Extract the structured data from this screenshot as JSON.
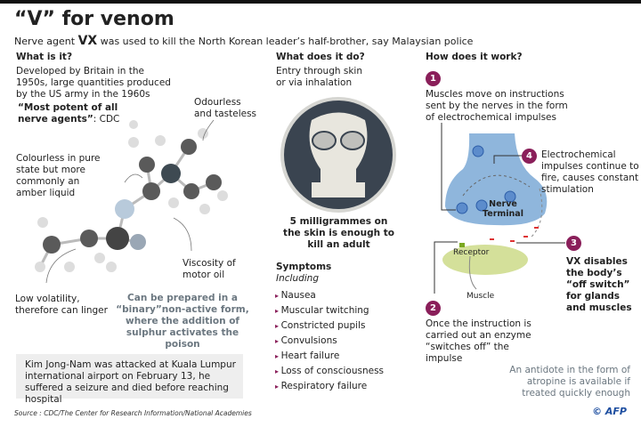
{
  "header": {
    "title": "“V” for venom",
    "subtitle_pre": "Nerve agent ",
    "subtitle_bold": "VX",
    "subtitle_post": " was used to kill the North Korean leader’s half-brother, say Malaysian police"
  },
  "what_is_it": {
    "heading": "What is it?",
    "text": "Developed by Britain in the 1950s, large quantities produced by the US army in the 1960s",
    "quote_bold": "“Most potent of all nerve agents”",
    "quote_src": ": CDC",
    "labels": {
      "odourless": "Odourless and tasteless",
      "colourless": "Colourless in pure state but more commonly an amber liquid",
      "viscosity": "Viscosity of motor oil",
      "volatility": "Low volatility, therefore can linger"
    },
    "binary_note": "Can be prepared in a “binary”non-active form, where the addition of sulphur activates the poison"
  },
  "what_does_it_do": {
    "heading": "What does it do?",
    "text": "Entry through skin or via inhalation",
    "dose": "5 milligrammes on the skin is enough to kill an adult",
    "symptoms_heading": "Symptoms",
    "symptoms_sub": "Including",
    "symptoms": [
      "Nausea",
      "Muscular twitching",
      "Constricted pupils",
      "Convulsions",
      "Heart failure",
      "Loss of consciousness",
      "Respiratory failure"
    ]
  },
  "how": {
    "heading": "How does it work?",
    "steps": [
      {
        "num": "1",
        "text": "Muscles move on instructions sent by the nerves in the form of electrochemical impulses"
      },
      {
        "num": "2",
        "text": "Once the instruction is carried out an enzyme “switches off” the impulse"
      },
      {
        "num": "3",
        "text": "VX disables the body’s “off switch” for glands and muscles"
      },
      {
        "num": "4",
        "text": "Electrochemical impulses continue to fire, causes constant stimulation"
      }
    ],
    "nerve_label": "Nerve Terminal",
    "receptor_label": "Receptor",
    "muscle_label": "Muscle",
    "antidote": "An antidote in the form of atropine is available if treated quickly enough"
  },
  "news_box": "Kim Jong-Nam was attacked at Kuala Lumpur international airport on February 13, he suffered a seizure and died before reaching hospital",
  "source": "Source : CDC/The Center for Research Information/National Academies",
  "credit": "© AFP",
  "colors": {
    "accent": "#8a1f5a",
    "mask_bg": "#3a4450",
    "nerve": "#8fb6dc",
    "muscle": "#d4e09a"
  }
}
